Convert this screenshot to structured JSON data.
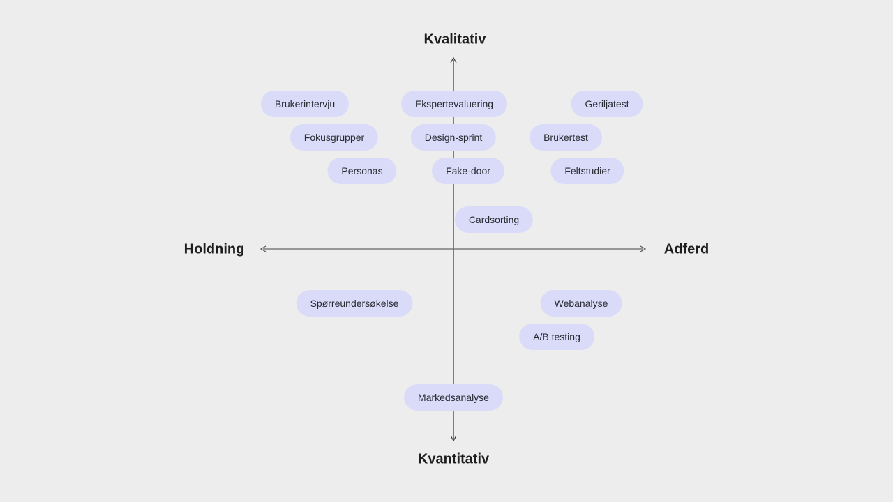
{
  "axes": {
    "top": "Kvalitativ",
    "bottom": "Kvantitativ",
    "left": "Holdning",
    "right": "Adferd"
  },
  "colors": {
    "background": "#ededed",
    "pill": "#dadbf8",
    "axis": "#555555",
    "text": "#222222"
  },
  "methods": {
    "brukerintervju": "Brukerintervju",
    "ekspertevaluering": "Ekspertevaluering",
    "geriljatest": "Geriljatest",
    "fokusgrupper": "Fokusgrupper",
    "design_sprint": "Design-sprint",
    "brukertest": "Brukertest",
    "personas": "Personas",
    "fake_door": "Fake-door",
    "feltstudier": "Feltstudier",
    "cardsorting": "Cardsorting",
    "sporreundersokelse": "Spørreundersøkelse",
    "webanalyse": "Webanalyse",
    "ab_testing": "A/B testing",
    "markedsanalyse": "Markedsanalyse"
  }
}
